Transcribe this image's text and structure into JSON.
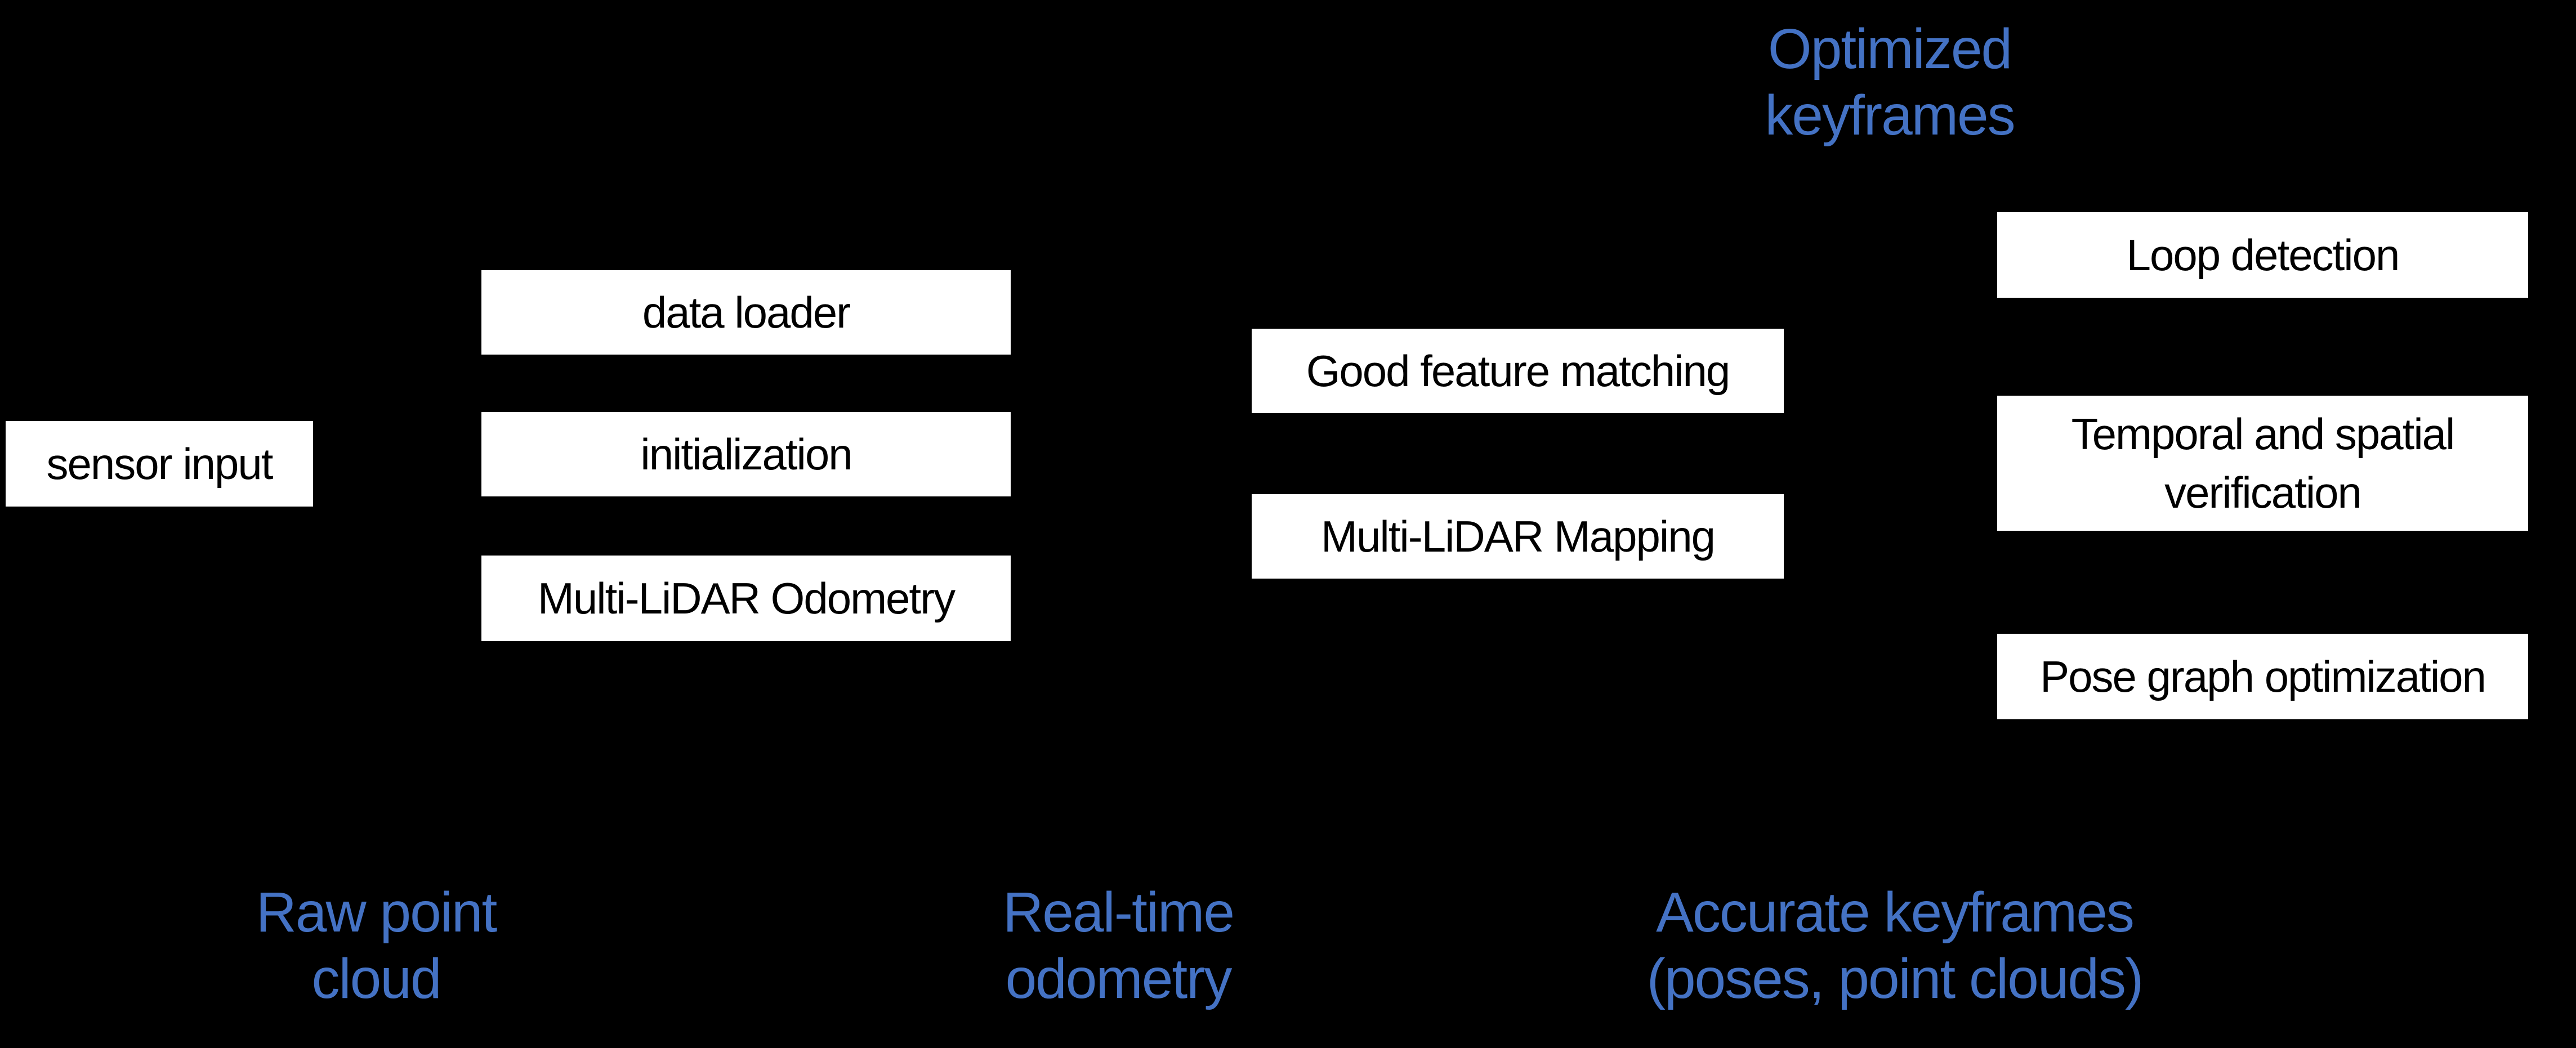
{
  "colors": {
    "background": "#000000",
    "box_fill": "#ffffff",
    "box_text": "#000000",
    "caption_blue": "#4472c4"
  },
  "boxes": {
    "sensor_input": {
      "label": "sensor input"
    },
    "data_loader": {
      "label": "data loader"
    },
    "initialization": {
      "label": "initialization"
    },
    "multi_lidar_odometry": {
      "label": "Multi-LiDAR Odometry"
    },
    "good_feature_matching": {
      "label": "Good feature matching"
    },
    "multi_lidar_mapping": {
      "label": "Multi-LiDAR Mapping"
    },
    "loop_detection": {
      "label": "Loop detection"
    },
    "temporal_spatial_verification": {
      "label": "Temporal and spatial verification"
    },
    "pose_graph_optimization": {
      "label": "Pose graph optimization"
    }
  },
  "captions": {
    "optimized_keyframes": {
      "line1": "Optimized",
      "line2": "keyframes"
    },
    "raw_point_cloud": {
      "line1": "Raw point",
      "line2": "cloud"
    },
    "real_time_odometry": {
      "line1": "Real-time",
      "line2": "odometry"
    },
    "accurate_keyframes": {
      "line1": "Accurate keyframes",
      "line2": "(poses, point clouds)"
    }
  }
}
